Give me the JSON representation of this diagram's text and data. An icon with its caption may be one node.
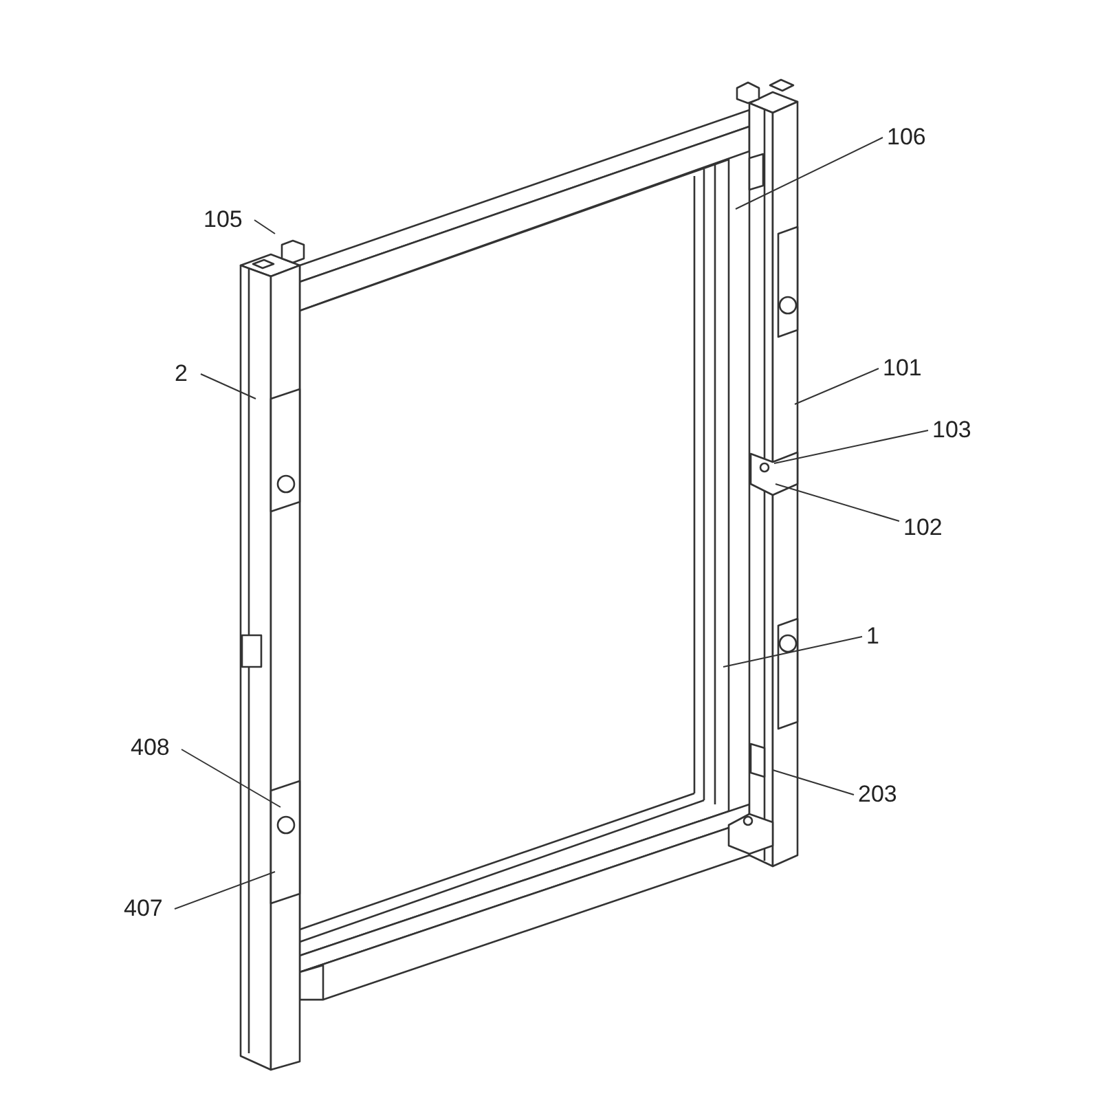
{
  "diagram": {
    "nodes": [
      {
        "text": [
          "106"
        ]
      },
      {
        "text": [
          "105"
        ]
      },
      {
        "text": [
          "101"
        ]
      },
      {
        "text": [
          "2"
        ]
      },
      {
        "text": [
          "103"
        ]
      },
      {
        "text": [
          "102"
        ]
      },
      {
        "text": [
          "1"
        ]
      },
      {
        "text": [
          "408"
        ]
      },
      {
        "text": [
          "203"
        ]
      },
      {
        "text": [
          "407"
        ]
      }
    ],
    "edges": [
      {
        "from": 0,
        "to": null,
        "arrow": "none"
      },
      {
        "from": 1,
        "to": null,
        "arrow": "none"
      },
      {
        "from": 2,
        "to": null,
        "arrow": "none"
      },
      {
        "from": 3,
        "to": null,
        "arrow": "none"
      },
      {
        "from": 4,
        "to": null,
        "arrow": "none"
      },
      {
        "from": 5,
        "to": null,
        "arrow": "none"
      },
      {
        "from": 6,
        "to": null,
        "arrow": "none"
      },
      {
        "from": 7,
        "to": null,
        "arrow": "none"
      },
      {
        "from": 8,
        "to": null,
        "arrow": "none"
      },
      {
        "from": 9,
        "to": null,
        "arrow": "none"
      }
    ]
  }
}
